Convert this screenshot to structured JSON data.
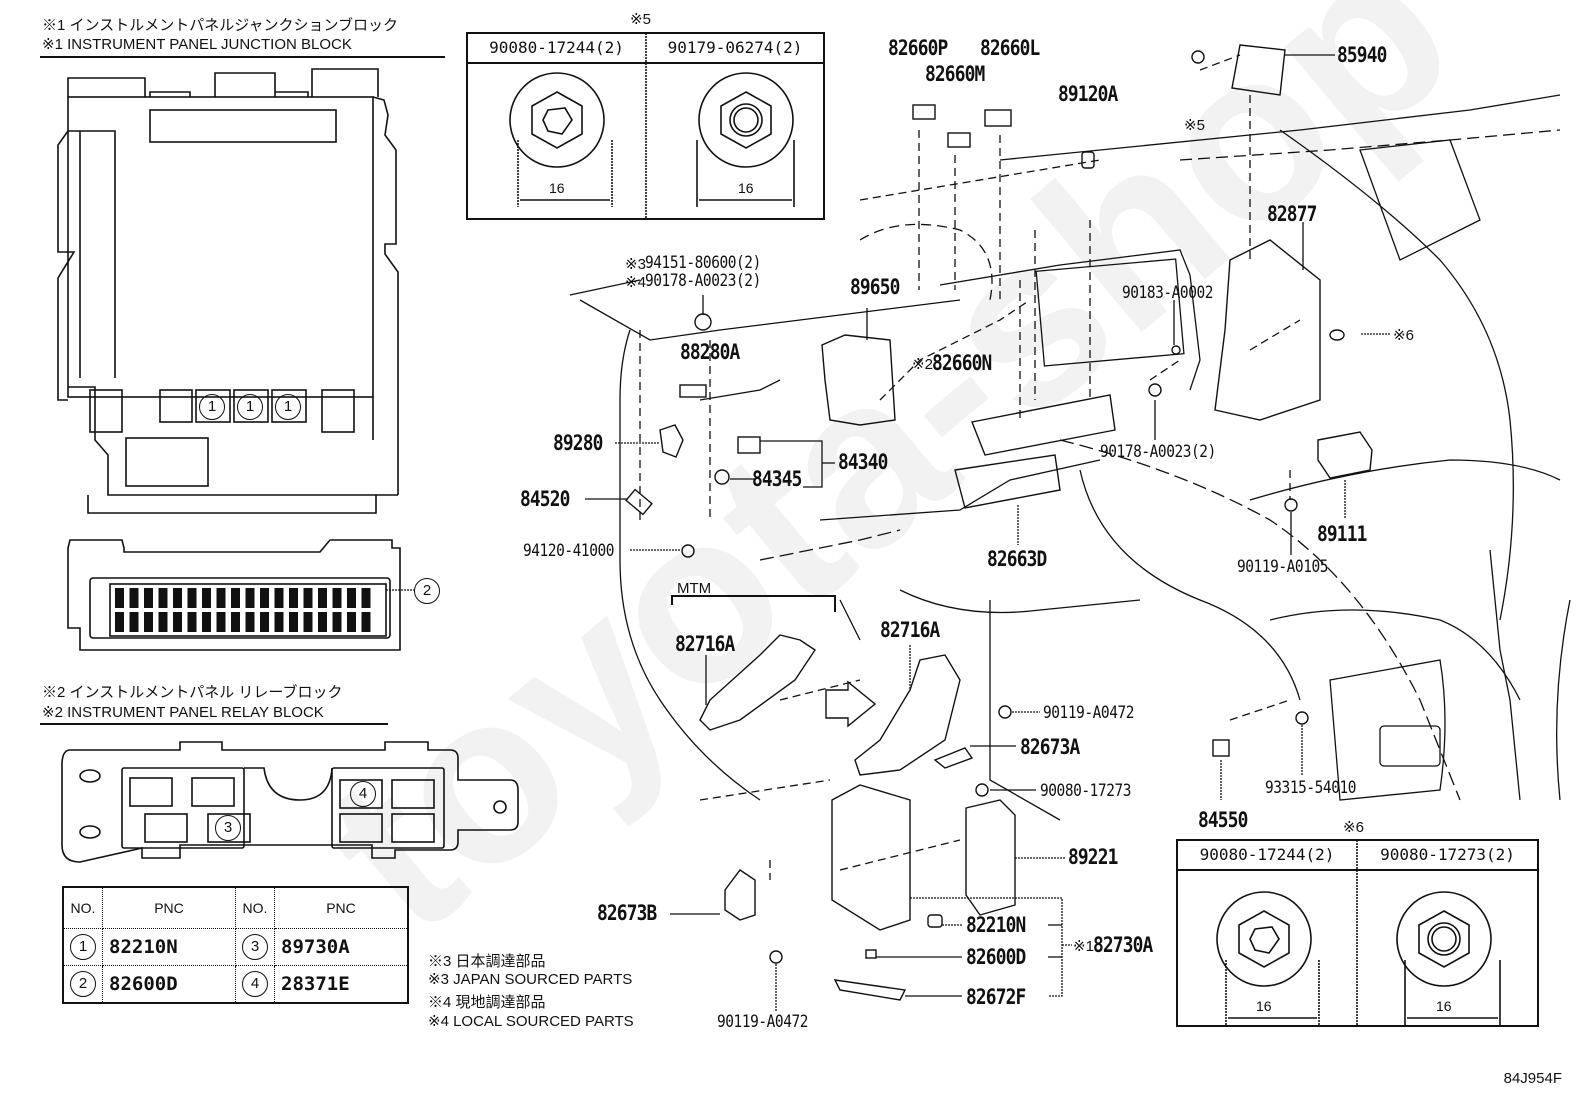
{
  "watermark": "toyota-shop",
  "doc_id": "84J954F",
  "junction_block": {
    "title_jp": "※1 インストルメントパネルジャンクションブロック",
    "title_en": "※1 INSTRUMENT PANEL JUNCTION BLOCK",
    "fuse_labels": [
      "1",
      "1",
      "1"
    ],
    "connector_label": "2"
  },
  "relay_block": {
    "title_jp": "※2 インストルメントパネル リレーブロック",
    "title_en": "※2 INSTRUMENT PANEL RELAY BLOCK",
    "relay_labels": [
      "3",
      "4"
    ]
  },
  "legend_table": {
    "headers": [
      "NO.",
      "PNC",
      "NO.",
      "PNC"
    ],
    "rows": [
      {
        "no1": "1",
        "pnc1": "82210N",
        "no2": "3",
        "pnc2": "89730A"
      },
      {
        "no1": "2",
        "pnc1": "82600D",
        "no2": "4",
        "pnc2": "28371E"
      }
    ]
  },
  "notes": [
    "※3  日本調達部品",
    "※3  JAPAN SOURCED PARTS",
    "※4  現地調達部品",
    "※4  LOCAL SOURCED PARTS"
  ],
  "fastener_box_5": {
    "mark": "※5",
    "columns": [
      {
        "part": "90080-17244(2)",
        "dim": "16",
        "type": "tri-lobe"
      },
      {
        "part": "90179-06274(2)",
        "dim": "16",
        "type": "round"
      }
    ]
  },
  "fastener_box_6": {
    "mark": "※6",
    "columns": [
      {
        "part": "90080-17244(2)",
        "dim": "16",
        "type": "tri-lobe"
      },
      {
        "part": "90080-17273(2)",
        "dim": "16",
        "type": "round"
      }
    ]
  },
  "mtm_label": "MTM",
  "part_labels": {
    "p82660P": "82660P",
    "p82660M": "82660M",
    "p82660L": "82660L",
    "p89120A": "89120A",
    "p85940": "85940",
    "mark5": "※5",
    "p82877": "82877",
    "ref3": "※3",
    "p94151": "94151-80600(2)",
    "ref4": "※4",
    "p90178a": "90178-A0023(2)",
    "p89650": "89650",
    "p88280A": "88280A",
    "ref2": "※2",
    "p82660N": "82660N",
    "p90183": "90183-A0002",
    "mark6": "※6",
    "p89280": "89280",
    "p84340": "84340",
    "p84345": "84345",
    "p84520": "84520",
    "p94120": "94120-41000",
    "p90178b": "90178-A0023(2)",
    "p82663D": "82663D",
    "p89111": "89111",
    "p90119b": "90119-A0105",
    "p82716A_l": "82716A",
    "p82716A_r": "82716A",
    "p90119a": "90119-A0472",
    "p82673A": "82673A",
    "p90080": "90080-17273",
    "p84550": "84550",
    "p93315": "93315-54010",
    "p89221": "89221",
    "p82673B": "82673B",
    "p82210N": "82210N",
    "p82600D": "82600D",
    "ref1": "※1",
    "p82730A": "82730A",
    "p82672F": "82672F",
    "p90119c": "90119-A0472"
  }
}
